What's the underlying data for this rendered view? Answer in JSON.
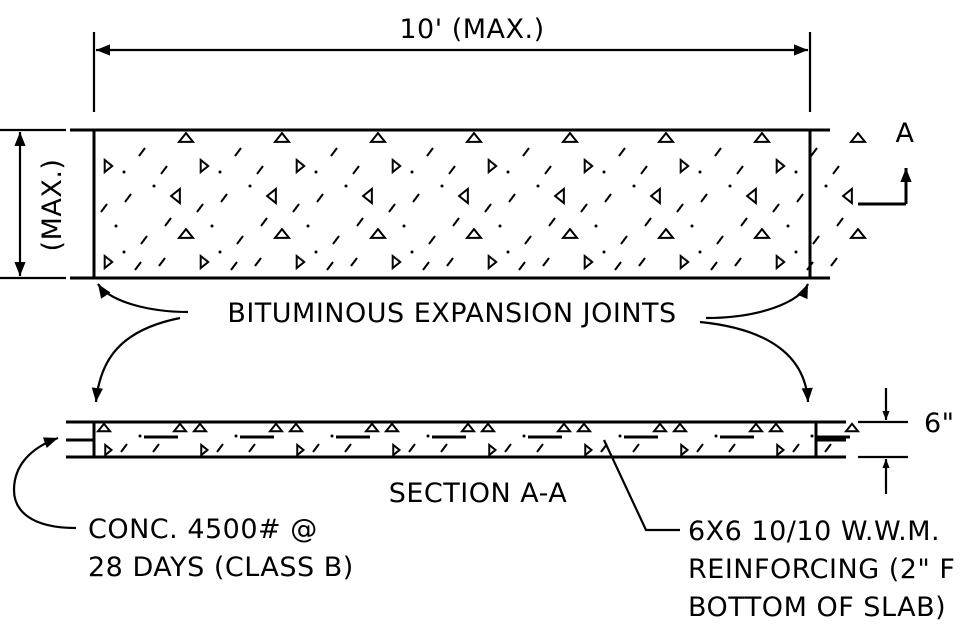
{
  "dimensions": {
    "width_label": "10' (MAX.)",
    "height_label": "(MAX.)",
    "thickness_label": "6\""
  },
  "section_marker": {
    "letter": "A"
  },
  "labels": {
    "joints": "BITUMINOUS EXPANSION JOINTS",
    "section": "SECTION A-A",
    "concrete_line1": "CONC. 4500# @",
    "concrete_line2": "28 DAYS (CLASS B)",
    "reinforcing_line1": "6X6 10/10 W.W.M.",
    "reinforcing_line2": "REINFORCING (2\" F",
    "reinforcing_line3": "BOTTOM OF SLAB)"
  }
}
